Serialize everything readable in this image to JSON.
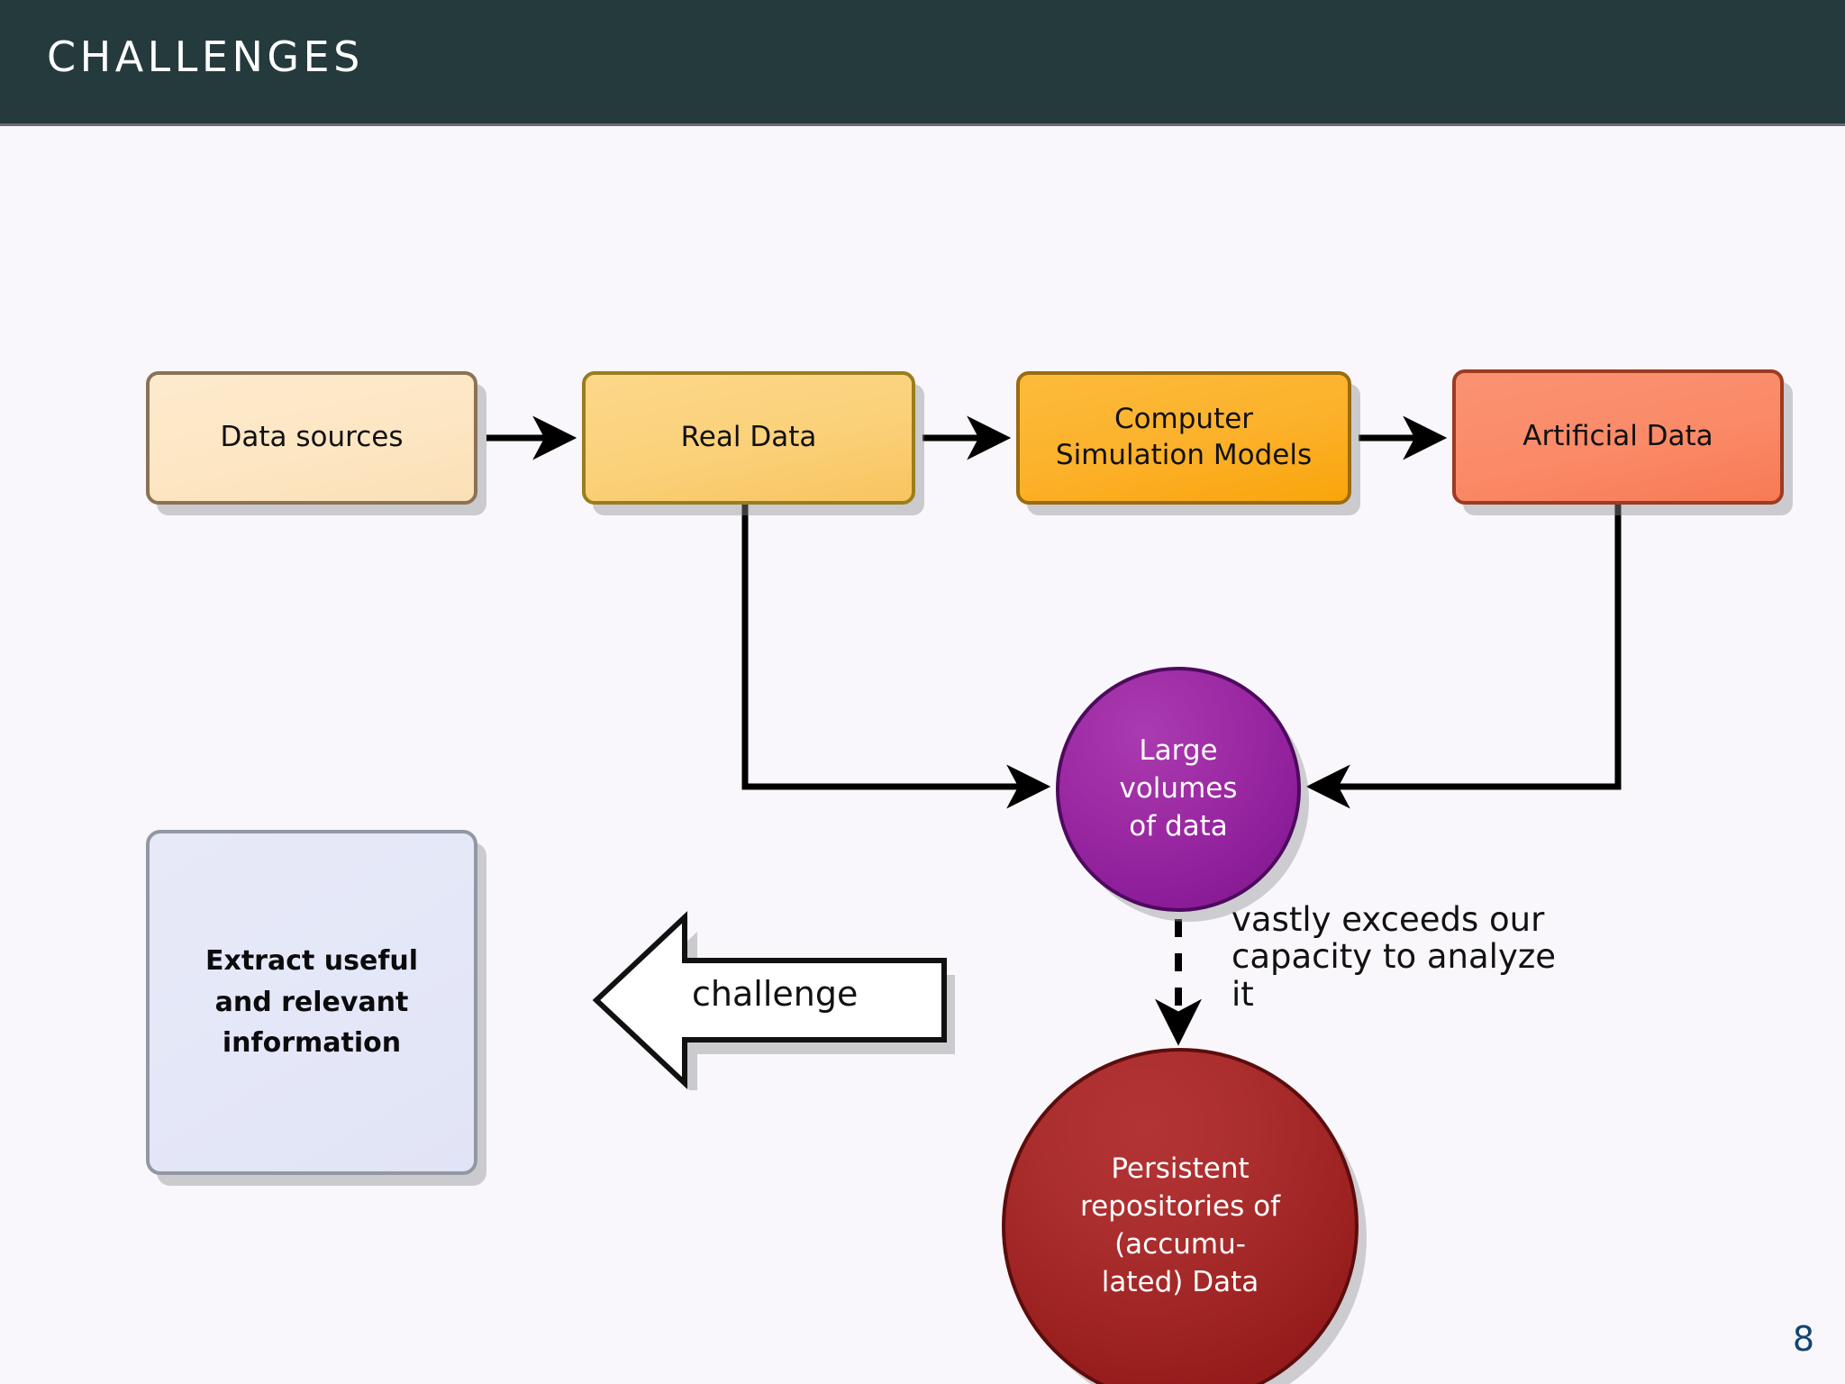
{
  "slide": {
    "title": "CHALLENGES",
    "page_number": "8",
    "background_color": "#f9f7fb",
    "titlebar_color": "#253a3d",
    "page_number_color": "#134470"
  },
  "flow": {
    "boxes": [
      {
        "id": "data-sources",
        "label": "Data sources",
        "fill": "#fde6c3",
        "border": "#8a7255"
      },
      {
        "id": "real-data",
        "label": "Real Data",
        "fill": "#fbd079",
        "border": "#9a7d1e"
      },
      {
        "id": "sim-models",
        "label_line1": "Computer",
        "label_line2": "Simulation Models",
        "fill": "#fcb12a",
        "border": "#9a6b10"
      },
      {
        "id": "artificial-data",
        "label": "Artificial Data",
        "fill": "#fa8a68",
        "border": "#9c3b22"
      }
    ],
    "circles": [
      {
        "id": "large-volumes",
        "line1": "Large",
        "line2": "volumes",
        "line3": "of data",
        "fill": "#9d2ba4",
        "border": "#4e0a5e",
        "text_color": "#ffffff"
      },
      {
        "id": "persistent-repositories",
        "line1": "Persistent",
        "line2": "repositories of",
        "line3": "(accumu-",
        "line4": "lated) Data",
        "fill": "#ab2e2e",
        "border": "#5d0d0d",
        "text_color": "#ffffff"
      }
    ],
    "outcome_box": {
      "id": "extract-information",
      "line1": "Extract useful",
      "line2": "and relevant",
      "line3": "information",
      "fill": "#e4e7f7",
      "border": "#9298a3"
    },
    "challenge_arrow": {
      "label": "challenge",
      "direction": "left",
      "fill": "#ffffff",
      "border": "#111111"
    },
    "annotation": {
      "line1": "vastly exceeds our",
      "line2": "capacity to analyze",
      "line3": "it"
    }
  }
}
